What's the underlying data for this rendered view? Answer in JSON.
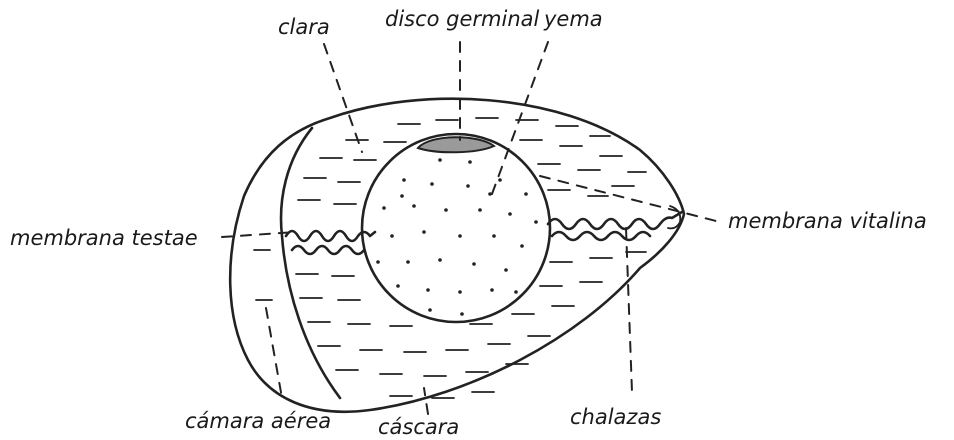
{
  "labels": {
    "clara": "clara",
    "disco_germinal": "disco germinal",
    "yema": "yema",
    "membrana_testae": "membrana testae",
    "membrana_vitalina": "membrana vitalina",
    "camara_aerea": "cámara aérea",
    "cascara": "cáscara",
    "chalazas": "chalazas"
  },
  "colors": {
    "ink": "#222222",
    "germinal_disc": "#9a9a9a"
  }
}
